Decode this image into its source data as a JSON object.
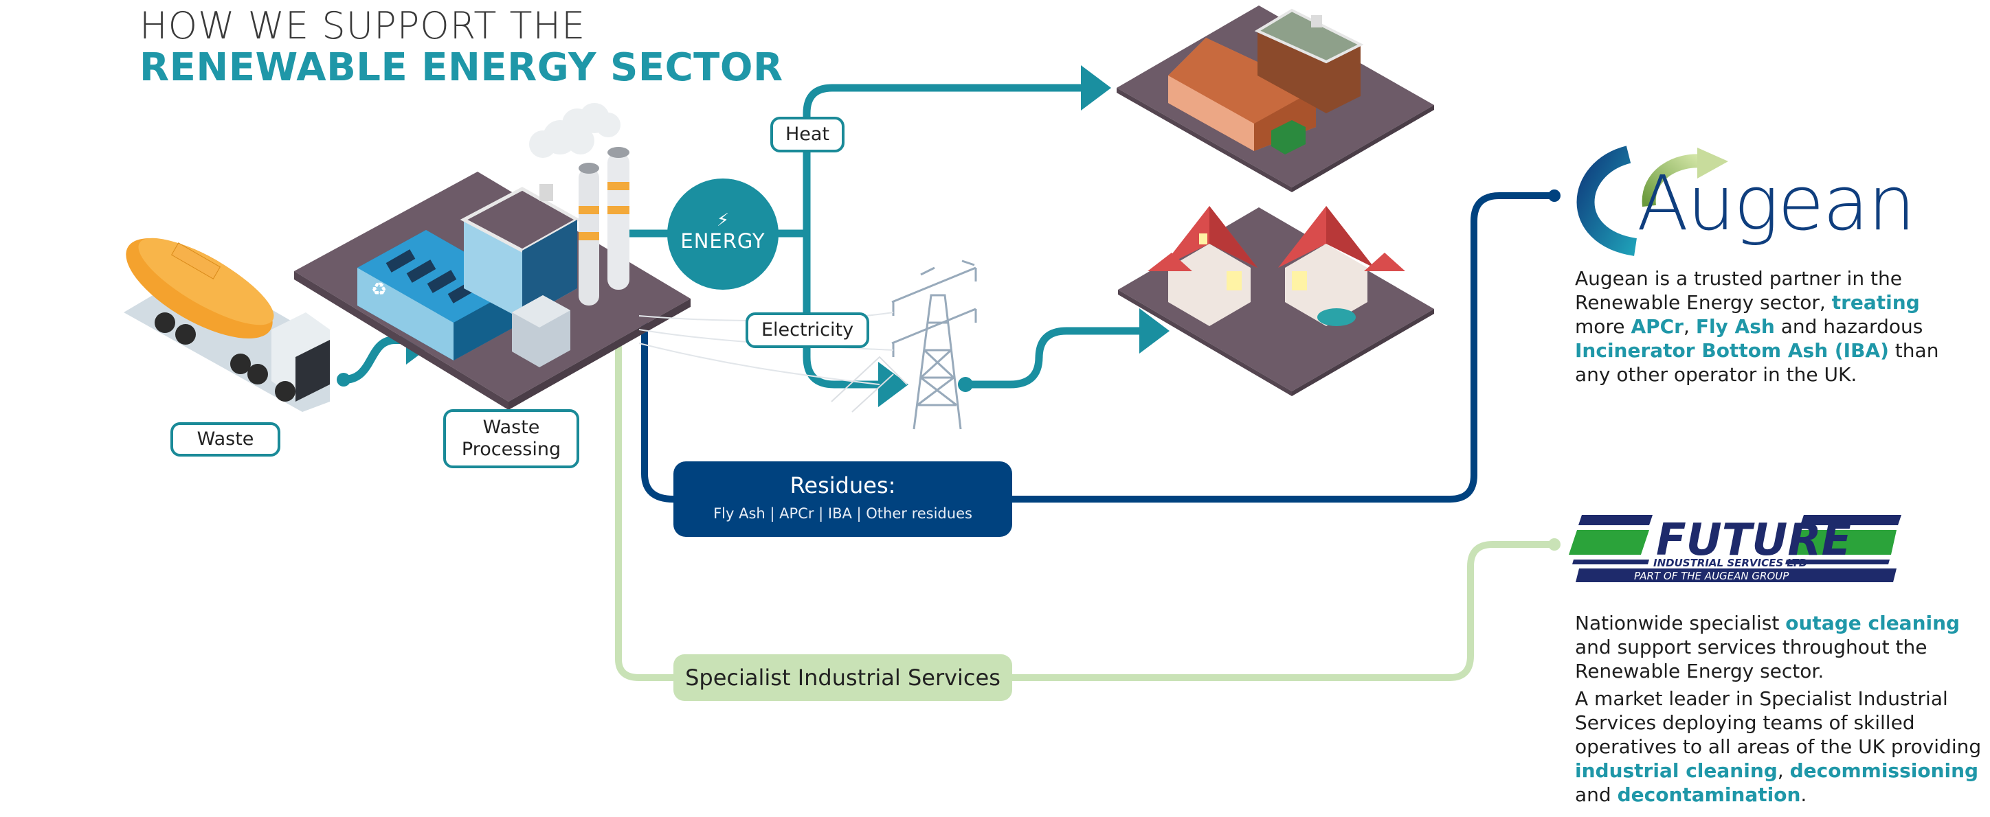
{
  "header": {
    "title_line1": "HOW WE SUPPORT THE",
    "title_line2": "RENEWABLE ENERGY SECTOR"
  },
  "flow": {
    "waste_label": "Waste",
    "processing_label_1": "Waste",
    "processing_label_2": "Processing",
    "energy_icon": "lightning-bolt-icon",
    "energy_label": "ENERGY",
    "heat_label": "Heat",
    "electricity_label": "Electricity",
    "residues_title": "Residues:",
    "residues_items": "Fly Ash | APCr | IBA | Other residues",
    "specialist_label": "Specialist Industrial Services"
  },
  "illustrations": {
    "truck": "tanker-truck-illustration",
    "plant": "energy-from-waste-plant-illustration",
    "industrial": "industrial-building-illustration",
    "houses": "residential-houses-illustration",
    "pylon": "electricity-pylon-illustration"
  },
  "colors": {
    "teal": "#1a8fa0",
    "navy": "#00427f",
    "light_green": "#c9e2b6",
    "title_teal": "#1f97a8"
  },
  "augean": {
    "logo_text": "Augean",
    "description": [
      {
        "text": "Augean is a trusted partner in the",
        "hl": false
      },
      {
        "text": "Renewable Energy sector, ",
        "hl": false
      },
      {
        "text": "treating",
        "hl": true
      },
      {
        "text": "more ",
        "hl": false
      },
      {
        "text": "APCr",
        "hl": true
      },
      {
        "text": ", ",
        "hl": false
      },
      {
        "text": "Fly Ash",
        "hl": true
      },
      {
        "text": " and hazardous",
        "hl": false
      },
      {
        "text": "Incinerator Bottom Ash (IBA)",
        "hl": true
      },
      {
        "text": " than",
        "hl": false
      },
      {
        "text": "any other operator in the UK.",
        "hl": false
      }
    ]
  },
  "future": {
    "logo_main": "FUTURE",
    "logo_sub": "INDUSTRIAL SERVICES LTD",
    "logo_tag": "PART OF THE AUGEAN GROUP",
    "para1": [
      {
        "text": "Nationwide specialist ",
        "hl": false
      },
      {
        "text": "outage cleaning",
        "hl": true
      },
      {
        "text": "and support services throughout the",
        "hl": false
      },
      {
        "text": "Renewable Energy sector.",
        "hl": false
      }
    ],
    "para2": [
      {
        "text": "A market leader in Specialist Industrial",
        "hl": false
      },
      {
        "text": "Services deploying teams of skilled",
        "hl": false
      },
      {
        "text": "operatives to all areas of the UK providing",
        "hl": false
      },
      {
        "text": "industrial cleaning",
        "hl": true
      },
      {
        "text": ", ",
        "hl": false
      },
      {
        "text": "decommissioning",
        "hl": true
      },
      {
        "text": "and ",
        "hl": false
      },
      {
        "text": "decontamination",
        "hl": true
      },
      {
        "text": ".",
        "hl": false
      }
    ]
  }
}
